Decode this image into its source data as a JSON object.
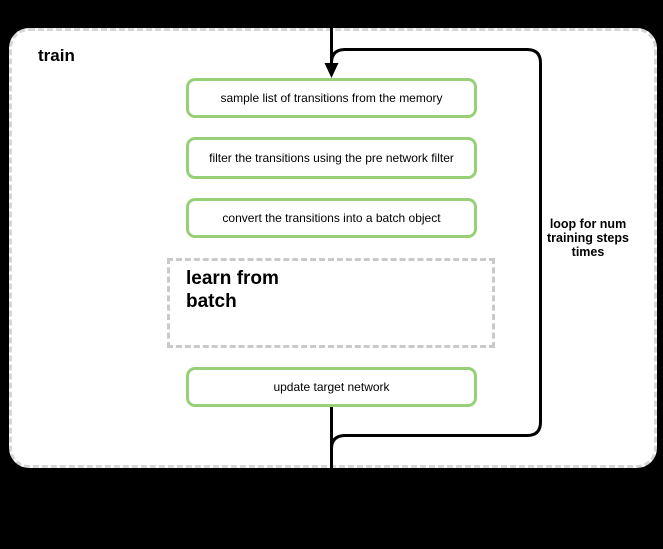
{
  "canvas": {
    "background_color": "#000000"
  },
  "container": {
    "label": "train",
    "border_color": "#d6d6d6",
    "fill_color": "#ffffff"
  },
  "flow": {
    "step_border_color": "#97d077",
    "steps": [
      {
        "label": "sample list of transitions from the memory"
      },
      {
        "label": "filter the transitions using the pre network filter"
      },
      {
        "label": "convert the transitions into a batch object"
      }
    ],
    "subprocess": {
      "label": "learn from\nbatch",
      "border_style": "dashed"
    },
    "final_step": {
      "label": "update target network"
    }
  },
  "loop": {
    "note": "loop for num\ntraining steps\ntimes",
    "line_color": "#000000"
  }
}
